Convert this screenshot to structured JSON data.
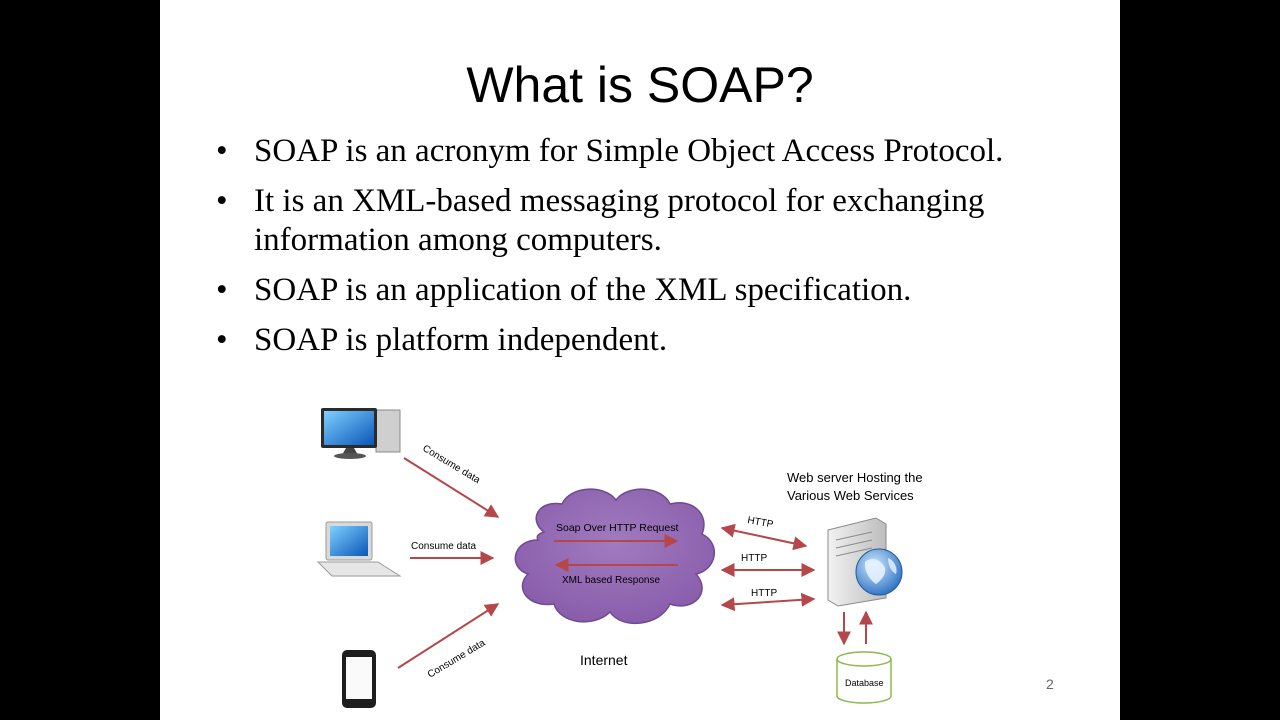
{
  "slide": {
    "title": "What is SOAP?",
    "bullets": [
      "SOAP is an acronym for Simple Object Access Protocol.",
      "It is an XML-based messaging protocol for exchanging information among computers.",
      "SOAP is an application of the XML specification.",
      "SOAP is platform independent."
    ],
    "page_number": "2"
  },
  "diagram": {
    "consume_desktop": "Consume data",
    "consume_laptop": "Consume data",
    "consume_phone": "Consume data",
    "cloud_request": "Soap Over  HTTP Request",
    "cloud_response": "XML based Response",
    "internet_label": "Internet",
    "server_label_line1": "Web server Hosting the",
    "server_label_line2": "Various Web Services",
    "http_1": "HTTP",
    "http_2": "HTTP",
    "http_3": "HTTP",
    "database_label": "Database",
    "colors": {
      "arrow": "#b5474a",
      "cloud": "#9a6fb8",
      "cloud_dark": "#7d559d",
      "database_stroke": "#8db84d"
    }
  }
}
